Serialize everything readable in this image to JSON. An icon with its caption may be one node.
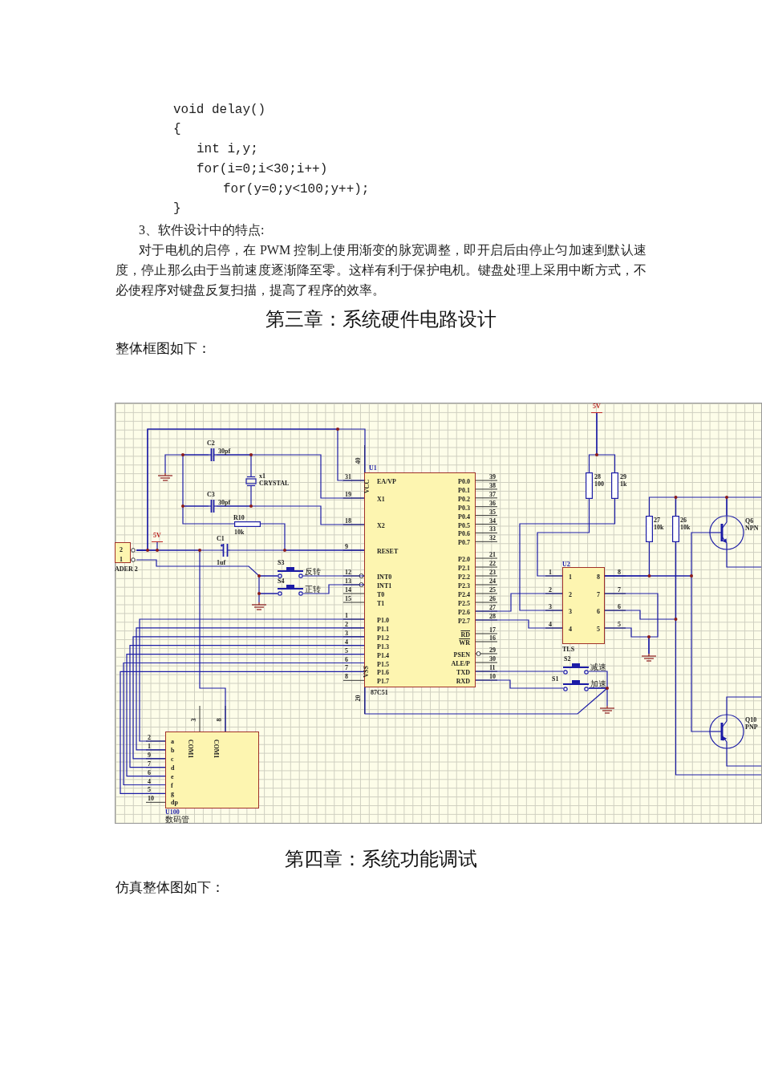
{
  "diagram": {
    "nodes": [
      {
        "text": [
          "2",
          "1"
        ],
        "beside": [
          "ADER 2"
        ]
      },
      {
        "text": [],
        "shape": "capacitor",
        "beside": [
          "C2",
          "30pf"
        ]
      },
      {
        "text": [],
        "shape": "crystal",
        "beside": [
          "x1",
          "CRYSTAL"
        ]
      },
      {
        "text": [],
        "shape": "capacitor",
        "beside": [
          "C3",
          "30pf"
        ]
      },
      {
        "text": [],
        "shape": "resistor",
        "beside": [
          "R10",
          "10k"
        ]
      },
      {
        "text": [],
        "shape": "capacitor",
        "beside": [
          "C1",
          "1uf"
        ]
      },
      {
        "text": [],
        "shape": "switch",
        "beside": [
          "S3",
          "反转"
        ]
      },
      {
        "text": [],
        "shape": "switch",
        "beside": [
          "S4",
          "正转"
        ]
      },
      {
        "text": [
          "EA/VP",
          "X1",
          "X2",
          "RESET",
          "INT0",
          "INT1",
          "T0",
          "T1",
          "P1.0",
          "P1.1",
          "P1.2",
          "P1.3",
          "P1.4",
          "P1.5",
          "P1.6",
          "P1.7",
          "P0.0",
          "P0.1",
          "P0.2",
          "P0.3",
          "P0.4",
          "P0.5",
          "P0.6",
          "P0.7",
          "P2.0",
          "P2.1",
          "P2.2",
          "P2.3",
          "P2.4",
          "P2.5",
          "P2.6",
          "P2.7",
          "RD",
          "WR",
          "PSEN",
          "ALE/P",
          "TXD",
          "RXD",
          "VCC",
          "VSS"
        ],
        "beside": [
          "U1",
          "87C51",
          "40",
          "20",
          "31",
          "19",
          "18",
          "9",
          "12",
          "13",
          "14",
          "15",
          "1",
          "2",
          "3",
          "4",
          "5",
          "6",
          "7",
          "8",
          "39",
          "38",
          "37",
          "36",
          "35",
          "34",
          "33",
          "32",
          "21",
          "22",
          "23",
          "24",
          "25",
          "26",
          "27",
          "28",
          "17",
          "16",
          "29",
          "30",
          "11",
          "10"
        ]
      },
      {
        "text": [],
        "shape": "resistor",
        "beside": [
          "28",
          "100"
        ]
      },
      {
        "text": [],
        "shape": "resistor",
        "beside": [
          "29",
          "1k"
        ]
      },
      {
        "text": [
          "1",
          "2",
          "3",
          "4",
          "8",
          "7",
          "6",
          "5"
        ],
        "beside": [
          "U2",
          "TLS",
          "1",
          "2",
          "3",
          "4",
          "8",
          "7",
          "6",
          "5"
        ]
      },
      {
        "text": [],
        "shape": "resistor",
        "beside": [
          "27",
          "10k"
        ]
      },
      {
        "text": [],
        "shape": "resistor",
        "beside": [
          "26",
          "10k"
        ]
      },
      {
        "text": [],
        "shape": "transistor",
        "beside": [
          "Q6",
          "NPN"
        ]
      },
      {
        "text": [],
        "shape": "switch",
        "beside": [
          "S2",
          "减速"
        ]
      },
      {
        "text": [],
        "shape": "switch",
        "beside": [
          "S1",
          "加速"
        ]
      },
      {
        "text": [],
        "shape": "transistor",
        "beside": [
          "Q10",
          "PNP"
        ]
      },
      {
        "text": [
          "a",
          "b",
          "c",
          "d",
          "e",
          "f",
          "g",
          "dp",
          "COM1",
          "COM1"
        ],
        "beside": [
          "U100",
          "数码管",
          "3",
          "8",
          "2",
          "1",
          "9",
          "7",
          "6",
          "4",
          "5",
          "10"
        ]
      },
      {
        "text": [],
        "shape": "ground"
      },
      {
        "text": [],
        "shape": "ground"
      },
      {
        "text": [],
        "shape": "ground"
      },
      {
        "text": [],
        "shape": "ground"
      },
      {
        "text": [
          "5V"
        ]
      },
      {
        "text": [
          "5V"
        ]
      }
    ],
    "edges": [
      {
        "from": 0,
        "to": 8,
        "arrow": "none"
      },
      {
        "from": 0,
        "to": 8,
        "arrow": "none"
      },
      {
        "from": 0,
        "to": 5,
        "arrow": "none"
      },
      {
        "from": 5,
        "to": 8,
        "arrow": "none"
      },
      {
        "from": 4,
        "to": 8,
        "arrow": "none"
      },
      {
        "from": 1,
        "to": 2,
        "arrow": "none"
      },
      {
        "from": 3,
        "to": 2,
        "arrow": "none"
      },
      {
        "from": 1,
        "to": 8,
        "arrow": "none"
      },
      {
        "from": 3,
        "to": 8,
        "arrow": "none"
      },
      {
        "from": 1,
        "to": 3,
        "arrow": "none"
      },
      {
        "from": 3,
        "to": 4,
        "arrow": "none"
      },
      {
        "from": 1,
        "to": 19,
        "arrow": "none"
      },
      {
        "from": 0,
        "to": 6,
        "arrow": "none"
      },
      {
        "from": 6,
        "to": 7,
        "arrow": "none"
      },
      {
        "from": 7,
        "to": 20,
        "arrow": "none"
      },
      {
        "from": 6,
        "to": 8,
        "arrow": "none"
      },
      {
        "from": 7,
        "to": 8,
        "arrow": "none"
      },
      {
        "from": 24,
        "to": 0,
        "arrow": "none"
      },
      {
        "from": 0,
        "to": 18,
        "arrow": "none"
      },
      {
        "from": 8,
        "to": 18,
        "arrow": "none"
      },
      {
        "from": 8,
        "to": 18,
        "arrow": "none"
      },
      {
        "from": 8,
        "to": 18,
        "arrow": "none"
      },
      {
        "from": 8,
        "to": 18,
        "arrow": "none"
      },
      {
        "from": 8,
        "to": 18,
        "arrow": "none"
      },
      {
        "from": 8,
        "to": 18,
        "arrow": "none"
      },
      {
        "from": 8,
        "to": 18,
        "arrow": "none"
      },
      {
        "from": 8,
        "to": 16,
        "arrow": "none"
      },
      {
        "from": 8,
        "to": 15,
        "arrow": "none"
      },
      {
        "from": 8,
        "to": 16,
        "arrow": "none"
      },
      {
        "from": 15,
        "to": 16,
        "arrow": "none"
      },
      {
        "from": 16,
        "to": 22,
        "arrow": "none"
      },
      {
        "from": 8,
        "to": 11,
        "arrow": "none"
      },
      {
        "from": 8,
        "to": 11,
        "arrow": "none"
      },
      {
        "from": 9,
        "to": 11,
        "arrow": "none"
      },
      {
        "from": 10,
        "to": 11,
        "arrow": "none"
      },
      {
        "from": 23,
        "to": 9,
        "arrow": "none"
      },
      {
        "from": 23,
        "to": 10,
        "arrow": "none"
      },
      {
        "from": 11,
        "to": 12,
        "arrow": "none"
      },
      {
        "from": 11,
        "to": 14,
        "arrow": "none"
      },
      {
        "from": 11,
        "to": 17,
        "arrow": "none"
      },
      {
        "from": 11,
        "to": 21,
        "arrow": "none"
      },
      {
        "from": 11,
        "to": 21,
        "arrow": "none"
      },
      {
        "from": 11,
        "to": 13,
        "arrow": "none"
      },
      {
        "from": 12,
        "to": 13,
        "arrow": "none"
      },
      {
        "from": 13,
        "to": 14,
        "arrow": "none"
      },
      {
        "from": 14,
        "to": null,
        "arrow": "none"
      },
      {
        "from": 14,
        "to": null,
        "arrow": "none"
      },
      {
        "from": 13,
        "to": null,
        "arrow": "none"
      },
      {
        "from": 17,
        "to": null,
        "arrow": "none"
      },
      {
        "from": 17,
        "to": null,
        "arrow": "none"
      }
    ],
    "labels": [
      "void delay()",
      "{",
      "int i,y;",
      "for(i=0;i<30;i++)",
      "for(y=0;y<100;y++);",
      "}",
      "3、软件设计中的特点:",
      "对于电机的启停，在 PWM 控制上使用渐变的脉宽调整，即开启后由停止匀加速到默认速度，停止那么由于当前速度逐渐降至零。这样有利于保护电机。键盘处理上采用中断方式，不必使程序对键盘反复扫描，提高了程序的效率。",
      "第三章：系统硬件电路设计",
      "整体框图如下：",
      "第四章：系统功能调试",
      "仿真整体图如下："
    ]
  }
}
